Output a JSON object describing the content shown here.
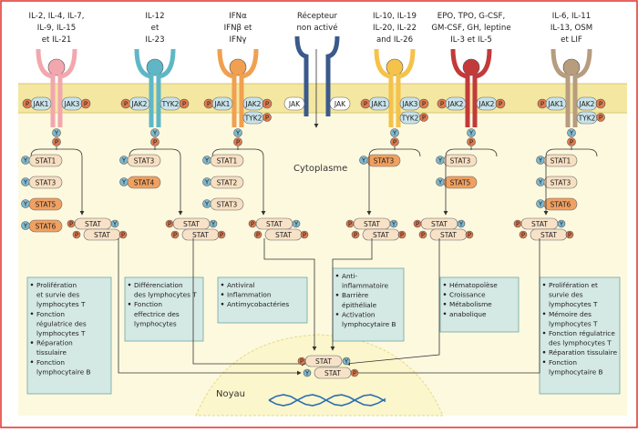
{
  "receptors": [
    {
      "label": [
        "IL-2, IL-4, IL-7,",
        "IL-9, IL-15",
        "et IL-21"
      ],
      "color": "#f2a7ae",
      "jak_left": "JAK1",
      "jak_right": "JAK3",
      "stats": [
        "STAT1",
        "STAT3",
        "STAT5",
        "STAT6"
      ],
      "stat_colors": [
        "#f7dfc2",
        "#f7dfc2",
        "#f0a060",
        "#f0a060"
      ]
    },
    {
      "label": [
        "IL-12",
        "et",
        "IL-23"
      ],
      "color": "#5fb7c6",
      "jak_left": "JAK2",
      "jak_right": "TYK2",
      "stats": [
        "STAT3",
        "STAT4"
      ],
      "stat_colors": [
        "#f7dfc2",
        "#f0a060"
      ]
    },
    {
      "label": [
        "IFNα",
        "IFNβ et",
        "IFNγ"
      ],
      "color": "#f0a050",
      "jak_left": "JAK1",
      "jak_right": "JAK2",
      "extra": "TYK2",
      "stats": [
        "STAT1",
        "STAT2",
        "STAT3"
      ],
      "stat_colors": [
        "#f7dfc2",
        "#f7dfc2",
        "#f7dfc2"
      ]
    },
    {
      "label": [
        "Récepteur",
        "non activé"
      ],
      "color": "#3a5a8c",
      "jak_left": "JAK",
      "jak_right": "JAK",
      "stats": [],
      "stat_colors": []
    },
    {
      "label": [
        "IL-10, IL-19",
        "IL-20, IL-22",
        "and IL-26"
      ],
      "color": "#f5c24a",
      "jak_left": "JAK1",
      "jak_right": "JAK3",
      "extra": "TYK2",
      "stats": [
        "STAT3"
      ],
      "stat_colors": [
        "#f0a060"
      ]
    },
    {
      "label": [
        "EPO, TPO, G-CSF,",
        "GM-CSF, GH, leptine",
        "IL-3 et IL-5"
      ],
      "color": "#c23a3a",
      "jak_left": "JAK2",
      "jak_right": "JAK2",
      "stats": [
        "STAT3",
        "STAT5"
      ],
      "stat_colors": [
        "#f7dfc2",
        "#f0a060"
      ]
    },
    {
      "label": [
        "IL-6, IL-11",
        "IL-13, OSM",
        "et LIF"
      ],
      "color": "#b79c7e",
      "jak_left": "JAK1",
      "jak_right": "JAK2",
      "extra": "TYK2",
      "stats": [
        "STAT1",
        "STAT3",
        "STAT6"
      ],
      "stat_colors": [
        "#f7dfc2",
        "#f7dfc2",
        "#f0a060"
      ]
    }
  ],
  "symbols": {
    "phospho": "P",
    "tyrosine": "Y",
    "stat": "STAT"
  },
  "region_labels": {
    "cytoplasm": "Cytoplasme",
    "nucleus": "Noyau"
  },
  "functions": [
    [
      "Prolifération",
      "et survie des",
      "lymphocytes T",
      "Fonction",
      "régulatrice des",
      "lymphocytes T",
      "Réparation",
      "tissulaire",
      "Fonction",
      "lymphocytaire B"
    ],
    [
      "Différenciation",
      "des lymphocytes T",
      "Fonction",
      "effectrice des",
      "lymphocytes"
    ],
    [
      "Antiviral",
      "Inflammation",
      "Antimycobactéries"
    ],
    [
      "Anti-",
      "inflammatoire",
      "Barrière",
      "épithéliale",
      "Activation",
      "lymphocytaire B"
    ],
    [
      "Hématopoïèse",
      "Croissance",
      "Métabolisme",
      "anabolique"
    ],
    [
      "Prolifération et",
      "survie des",
      "lymphocytes T",
      "Mémoire des",
      "lymphocytes T",
      "Fonction régulatrice",
      "des lymphocytes T",
      "Réparation tissulaire",
      "Fonction",
      "lymphocytaire B"
    ]
  ],
  "colors": {
    "membrane": "#f3e7a2",
    "cell_bg": "#fdf9df",
    "box": "#d4e8e4",
    "box_border": "#6fa6a0",
    "p_circle": "#e07a4c",
    "y_circle": "#7fb9cf",
    "jak": "#c9e3ea",
    "nucleus": "#fbf6cc",
    "border": "#e0302a"
  }
}
